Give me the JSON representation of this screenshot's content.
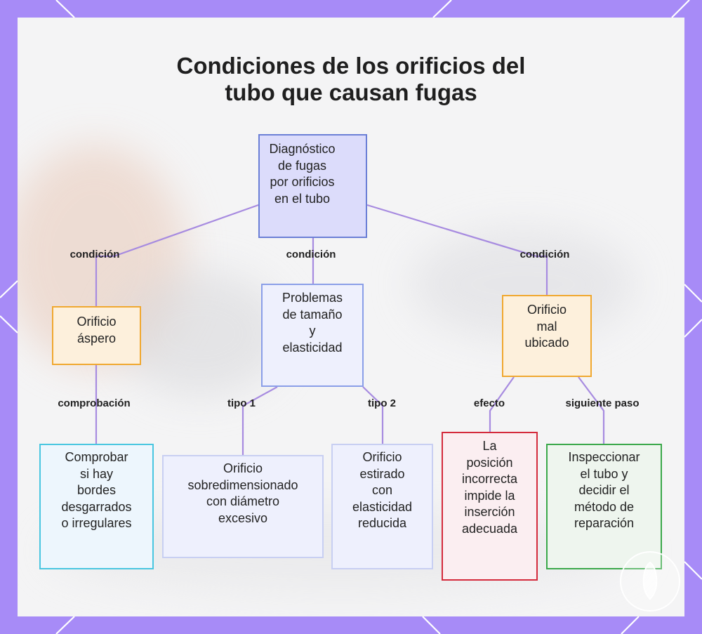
{
  "title": "Condiciones de los orificios del\ntubo que causan fugas",
  "colors": {
    "frame": "#a78bf7",
    "panel": "#f4f4f5",
    "connector": "#a78be0",
    "blue_border": "#6b7fd6",
    "blue_fill": "#dcdcfb",
    "light_blue_border": "#8a9ee8",
    "light_blue_fill": "#eef0fd",
    "orange_border": "#f0a830",
    "orange_fill": "#fdf0dc",
    "cyan_border": "#49c6e0",
    "cyan_fill": "#edf6fd",
    "red_border": "#d42a3c",
    "red_fill": "#fbeef1",
    "green_border": "#3aa84a",
    "green_fill": "#eef5ee"
  },
  "nodes": {
    "root": "Diagnóstico\nde fugas\npor orificios\nen el tubo",
    "rough": "Orificio\náspero",
    "size": "Problemas\nde tamaño\ny\nelasticidad",
    "misplaced": "Orificio\nmal\nubicado",
    "check_edges": "Comprobar\nsi hay\nbordes\ndesgarrados\no irregulares",
    "oversized": "Orificio\nsobredimensionado\ncon diámetro\nexcesivo",
    "stretched": "Orificio\nestirado\ncon\nelasticidad\nreducida",
    "wrong_position": "La\nposición\nincorrecta\nimpide la\ninserción\nadecuada",
    "inspect": "Inspeccionar\nel tubo y\ndecidir el\nmétodo de\nreparación"
  },
  "edge_labels": {
    "cond_left": "condición",
    "cond_center": "condición",
    "cond_right": "condición",
    "check": "comprobación",
    "type1": "tipo 1",
    "type2": "tipo 2",
    "effect": "efecto",
    "next_step": "siguiente paso"
  }
}
